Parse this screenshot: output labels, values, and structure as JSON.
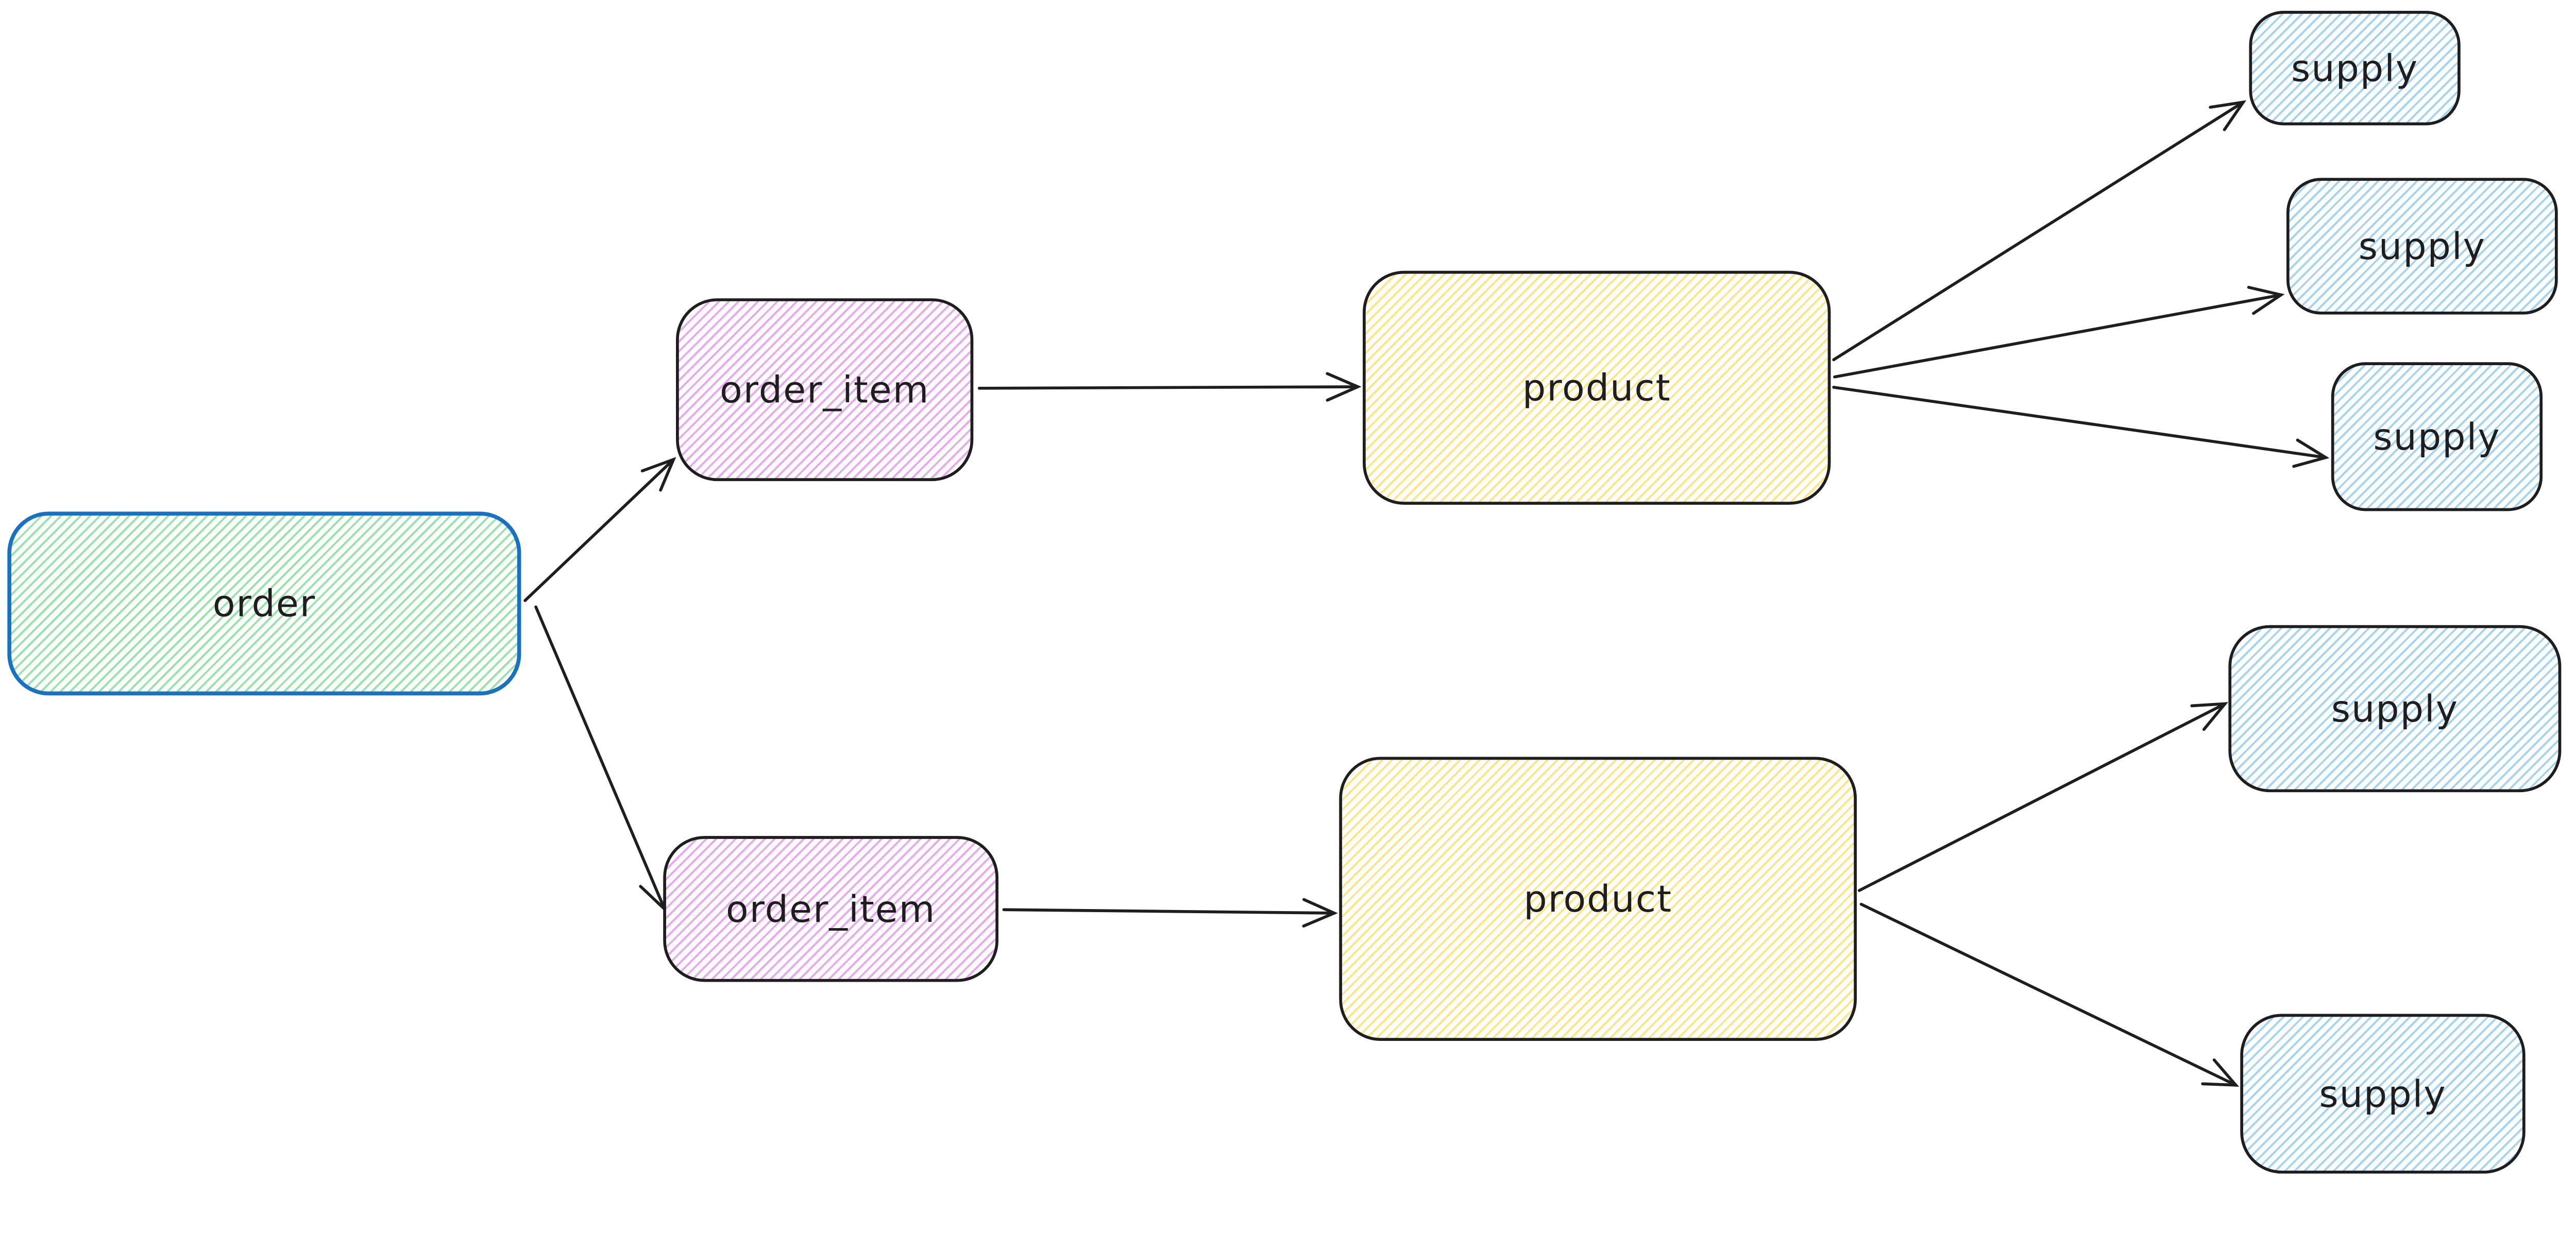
{
  "canvas": {
    "background_color": "#ffffff",
    "arrow_color": "#1e1e1e",
    "stroke_dark": "#1e1e1e",
    "stroke_blue": "#1971c2",
    "fill_green": "#b2f2bb",
    "fill_violet": "#eebefa",
    "fill_yellow": "#ffec99",
    "fill_blue": "#a5d8ff"
  },
  "diagram": {
    "type": "entity-flow-diagram",
    "nodes": [
      {
        "id": "order",
        "label": "order",
        "fill": "green",
        "stroke": "#1971c2"
      },
      {
        "id": "order-item-top",
        "label": "order_item",
        "fill": "violet",
        "stroke": "#1e1e1e"
      },
      {
        "id": "product-top",
        "label": "product",
        "fill": "yellow",
        "stroke": "#1e1e1e"
      },
      {
        "id": "supply-top-1",
        "label": "supply",
        "fill": "blue",
        "stroke": "#1e1e1e"
      },
      {
        "id": "supply-top-2",
        "label": "supply",
        "fill": "blue",
        "stroke": "#1e1e1e"
      },
      {
        "id": "supply-top-3",
        "label": "supply",
        "fill": "blue",
        "stroke": "#1e1e1e"
      },
      {
        "id": "order-item-bottom",
        "label": "order_item",
        "fill": "violet",
        "stroke": "#1e1e1e"
      },
      {
        "id": "product-bottom",
        "label": "product",
        "fill": "yellow",
        "stroke": "#1e1e1e"
      },
      {
        "id": "supply-bottom-1",
        "label": "supply",
        "fill": "blue",
        "stroke": "#1e1e1e"
      },
      {
        "id": "supply-bottom-2",
        "label": "supply",
        "fill": "blue",
        "stroke": "#1e1e1e"
      }
    ],
    "edges": [
      {
        "from": "order",
        "to": "order-item-top"
      },
      {
        "from": "order",
        "to": "order-item-bottom"
      },
      {
        "from": "order-item-top",
        "to": "product-top"
      },
      {
        "from": "order-item-bottom",
        "to": "product-bottom"
      },
      {
        "from": "product-top",
        "to": "supply-top-1"
      },
      {
        "from": "product-top",
        "to": "supply-top-2"
      },
      {
        "from": "product-top",
        "to": "supply-top-3"
      },
      {
        "from": "product-bottom",
        "to": "supply-bottom-1"
      },
      {
        "from": "product-bottom",
        "to": "supply-bottom-2"
      }
    ]
  }
}
